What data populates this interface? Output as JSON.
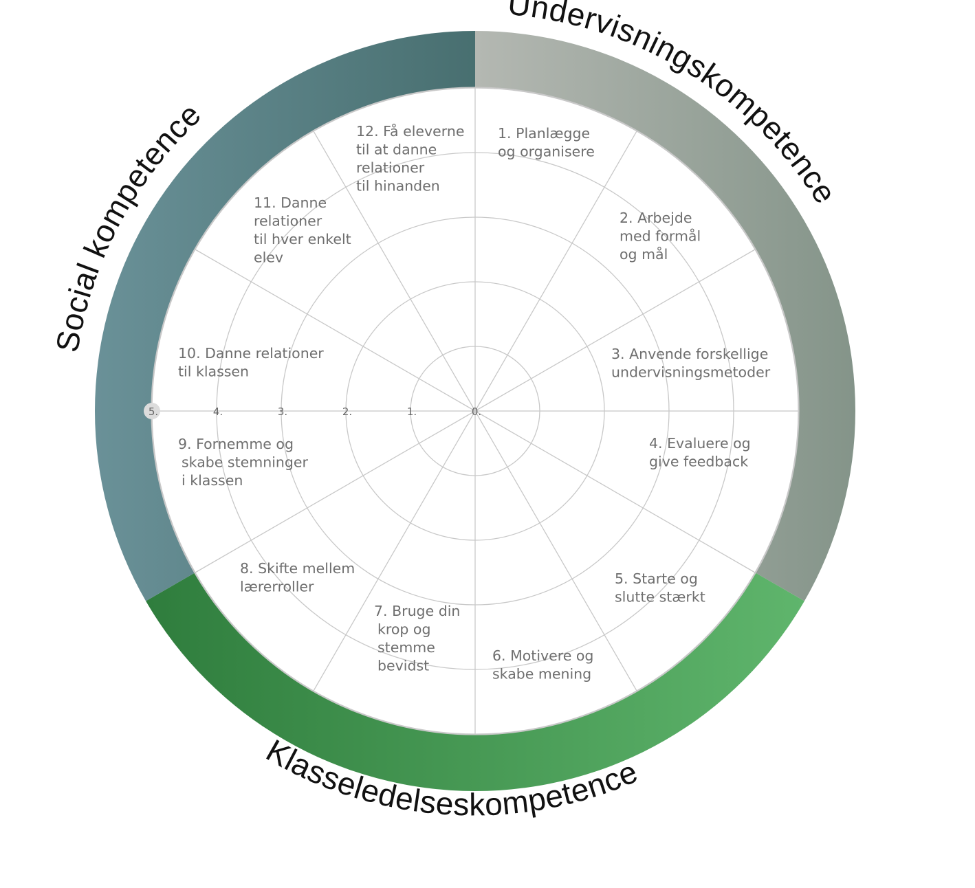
{
  "wheel": {
    "sectors": [
      {
        "id": 1,
        "lines": [
          "1. Planlægge",
          "og organisere"
        ]
      },
      {
        "id": 2,
        "lines": [
          "2. Arbejde",
          "med formål",
          "og mål"
        ]
      },
      {
        "id": 3,
        "lines": [
          "3. Anvende forskellige",
          "undervisningsmetoder"
        ]
      },
      {
        "id": 4,
        "lines": [
          "4. Evaluere og",
          "give feedback"
        ]
      },
      {
        "id": 5,
        "lines": [
          "5. Starte og",
          "slutte stærkt"
        ]
      },
      {
        "id": 6,
        "lines": [
          "6. Motivere og",
          "skabe mening"
        ]
      },
      {
        "id": 7,
        "lines": [
          "7. Bruge din",
          "krop og",
          "stemme",
          "bevidst"
        ]
      },
      {
        "id": 8,
        "lines": [
          "8. Skifte mellem",
          "lærerroller"
        ]
      },
      {
        "id": 9,
        "lines": [
          "9. Fornemme og",
          "skabe stemninger",
          "i klassen"
        ]
      },
      {
        "id": 10,
        "lines": [
          "10. Danne relationer",
          "til klassen"
        ]
      },
      {
        "id": 11,
        "lines": [
          "11. Danne",
          "relationer",
          "til hver enkelt",
          "elev"
        ]
      },
      {
        "id": 12,
        "lines": [
          "12. Få eleverne",
          "til at danne",
          "relationer",
          "til hinanden"
        ]
      }
    ],
    "scale": [
      "0.",
      "1.",
      "2.",
      "3.",
      "4.",
      "5."
    ],
    "groups": [
      {
        "name": "Undervisningskompetence",
        "color_start": "#b4b8b2",
        "color_end": "#849489"
      },
      {
        "name": "Klasseledelseskompetence",
        "color_start": "#2f7d3d",
        "color_end": "#5fb56c"
      },
      {
        "name": "Social kompetence",
        "color_start": "#6a9198",
        "color_end": "#486f70"
      }
    ]
  }
}
